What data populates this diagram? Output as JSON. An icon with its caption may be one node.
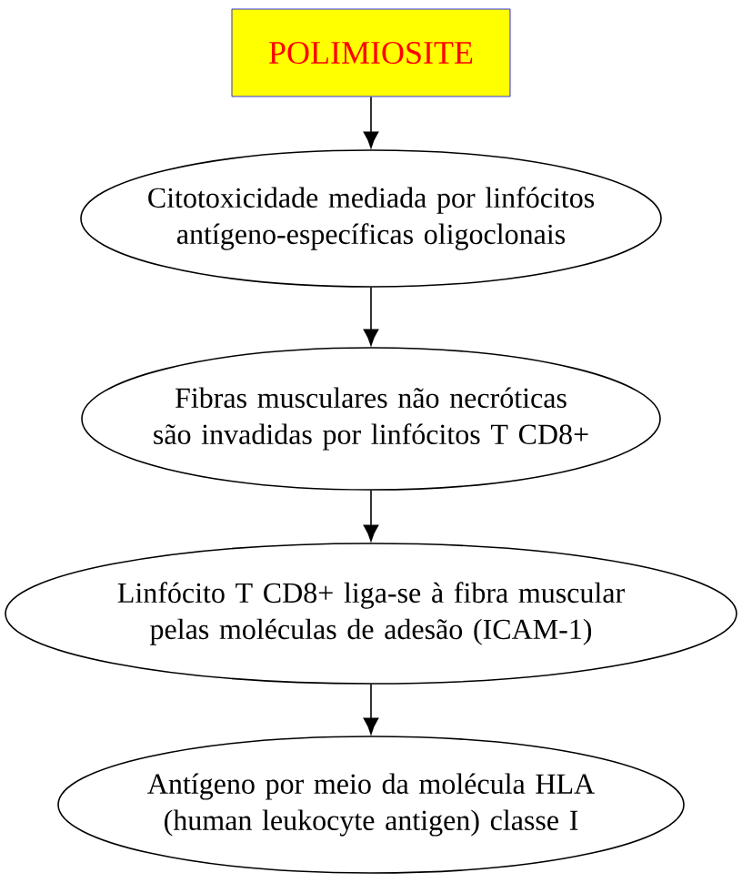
{
  "diagram": {
    "nodes": [
      {
        "text": [
          "POLIMIOSITE"
        ]
      },
      {
        "text": [
          "Citotoxicidade mediada por linfócitos antígeno-específicas oligoclonais"
        ]
      },
      {
        "text": [
          "Fibras musculares não necróticas são invadidas por linfócitos T CD8+"
        ]
      },
      {
        "text": [
          "Linfócito T CD8+ liga-se à fibra muscular pelas moléculas de adesão (ICAM-1)"
        ]
      },
      {
        "text": [
          "Antígeno por meio da molécula HLA (human leukocyte antigen) classe I"
        ]
      }
    ],
    "edges": [
      {
        "from": 0,
        "to": 1,
        "arrow": "to"
      },
      {
        "from": 1,
        "to": 2,
        "arrow": "to"
      },
      {
        "from": 2,
        "to": 3,
        "arrow": "to"
      },
      {
        "from": 3,
        "to": 4,
        "arrow": "to"
      }
    ]
  }
}
